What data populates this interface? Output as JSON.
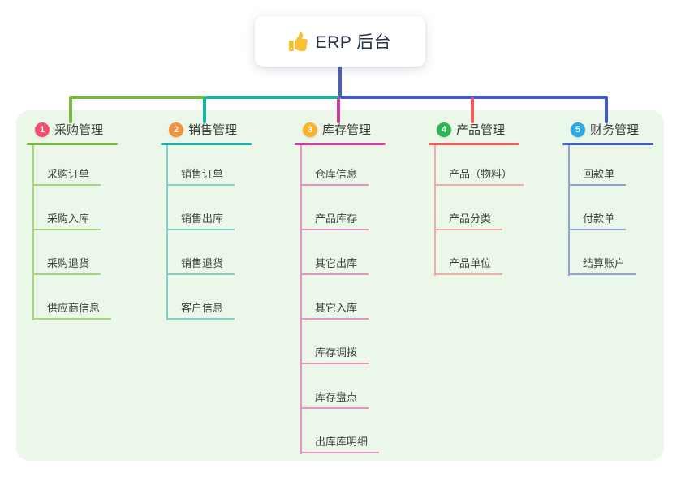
{
  "root": {
    "title": "ERP 后台",
    "icon": "thumbs-up-icon"
  },
  "canvas": {
    "page_background": "#ffffff",
    "panel_background": "#ebf7e9",
    "root_connector_color": "#4a5cc8",
    "icon_color": "#f6c234",
    "text_color": "#3a3a3a"
  },
  "branches": [
    {
      "index": "1",
      "label": "采购管理",
      "badge_color": "#f2506c",
      "accent_color": "#7db843",
      "light_color": "#a8d37f",
      "children": [
        "采购订单",
        "采购入库",
        "采购退货",
        "供应商信息"
      ]
    },
    {
      "index": "2",
      "label": "销售管理",
      "badge_color": "#fb8e3a",
      "accent_color": "#19b3a6",
      "light_color": "#7fd0c5",
      "children": [
        "销售订单",
        "销售出库",
        "销售退货",
        "客户信息"
      ]
    },
    {
      "index": "3",
      "label": "库存管理",
      "badge_color": "#fdb127",
      "accent_color": "#ce3e9e",
      "light_color": "#ea8ec6",
      "children": [
        "仓库信息",
        "产品库存",
        "其它出库",
        "其它入库",
        "库存调拨",
        "库存盘点",
        "出库库明细"
      ]
    },
    {
      "index": "4",
      "label": "产品管理",
      "badge_color": "#2fb456",
      "accent_color": "#f45a5f",
      "light_color": "#f8a8a9",
      "children": [
        "产品（物料）",
        "产品分类",
        "产品单位"
      ]
    },
    {
      "index": "5",
      "label": "财务管理",
      "badge_color": "#29a8ea",
      "accent_color": "#4258c9",
      "light_color": "#93a3d9",
      "children": [
        "回款单",
        "付款单",
        "结算账户"
      ]
    }
  ]
}
